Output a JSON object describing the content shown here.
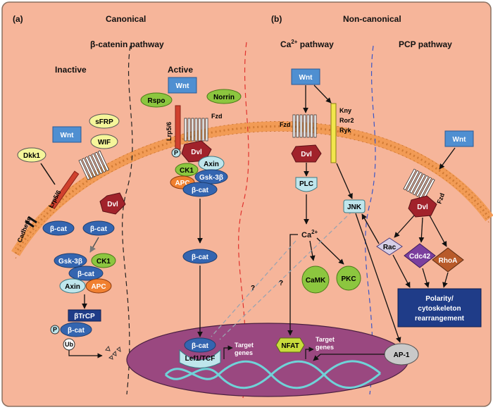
{
  "panel_a": {
    "tag": "(a)",
    "heading": "Canonical",
    "subheading": "β-catenin pathway",
    "inactive_label": "Inactive",
    "active_label": "Active"
  },
  "panel_b": {
    "tag": "(b)",
    "heading": "Non-canonical",
    "ca_label": "Ca",
    "ca_sup": "2+",
    "ca_suffix": " pathway",
    "pcp_label": "PCP pathway"
  },
  "inactive": {
    "sfrp": "sFRP",
    "wnt": "Wnt",
    "wif": "WIF",
    "dkk1": "Dkk1",
    "lrp": "Lrp5/6",
    "dvl": "Dvl",
    "cadherin": "Cadherin",
    "bcat_membrane": "β-cat",
    "bcat_free": "β-cat",
    "gsk": "Gsk-3β",
    "ck1": "CK1",
    "bcat_complex": "β-cat",
    "axin": "Axin",
    "apc": "APC",
    "btrcp": "βTrCP",
    "p": "P",
    "bcat_ub": "β-cat",
    "ub": "Ub"
  },
  "active": {
    "rspo": "Rspo",
    "wnt": "Wnt",
    "norrin": "Norrin",
    "lrp": "Lrp5/6",
    "fzd": "Fzd",
    "p": "P",
    "dvl": "Dvl",
    "axin": "Axin",
    "ck1": "CK1",
    "gsk": "Gsk-3β",
    "apc": "APC",
    "bcat_complex": "β-cat",
    "bcat_cyto": "β-cat",
    "bcat_nuc": "β-cat",
    "lef": "Lef1/TCF",
    "target1": "Target",
    "target2": "genes"
  },
  "ca": {
    "wnt": "Wnt",
    "fzd": "Fzd",
    "kny": "Kny",
    "ror2": "Ror2",
    "ryk": "Ryk",
    "dvl": "Dvl",
    "plc": "PLC",
    "ca": "Ca",
    "ca_sup": "2+",
    "camk": "CaMK",
    "pkc": "PKC",
    "nfat": "NFAT",
    "target1": "Target",
    "target2": "genes",
    "q1": "?",
    "q2": "?"
  },
  "pcp": {
    "wnt": "Wnt",
    "fzd": "Fzd",
    "jnk": "JNK",
    "dvl": "Dvl",
    "rac": "Rac",
    "cdc42": "Cdc42",
    "rhoa": "RhoA",
    "polarity1": "Polarity/",
    "polarity2": "cytoskeleton",
    "polarity3": "rearrangement",
    "ap1": "AP-1"
  },
  "colors": {
    "background": "#f6b59a",
    "membrane": "#f29b55",
    "nucleus": "#9a4880",
    "wnt_box": "#4f8fd1",
    "dvl": "#a1222b",
    "bcat": "#3465b0",
    "green": "#8cc63f",
    "light_yellow": "#f5f59a",
    "light_cyan": "#bfe6ec",
    "purple": "#7b3f9e",
    "dark_blue": "#1f3c88"
  }
}
